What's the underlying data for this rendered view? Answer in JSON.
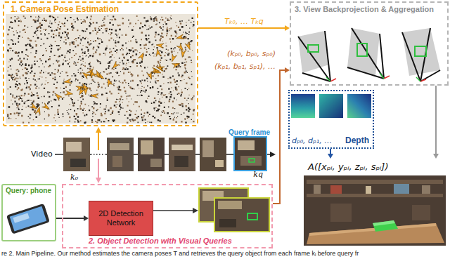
{
  "diagram": {
    "caption": "re 2. Main Pipeline. Our method estimates the camera poses T and retrieves the query object from each frame kᵢ before query fr",
    "nodes": [
      {
        "text": [
          "1. Camera Pose Estimation"
        ]
      },
      {
        "text": [
          "3. View Backprojection & Aggregation"
        ]
      },
      {
        "text": [
          "Depth"
        ]
      },
      {
        "text": [
          "Query frame",
          "kq"
        ]
      },
      {
        "text": [
          "Query: phone"
        ]
      },
      {
        "text": [
          "2. Object Detection with Visual Queries"
        ]
      },
      {
        "text": [
          "2D Detection Network"
        ],
        "in": 5
      },
      {
        "text": [
          "A([xₚᵢ, yₚᵢ, zₚᵢ, sₚᵢ])"
        ]
      }
    ],
    "edges": [
      {
        "from": 0,
        "to": 1,
        "arrow": "to",
        "label": "Tₖ₀, … Tₖq"
      },
      {
        "from": 5,
        "to": 1,
        "arrow": "to"
      },
      {
        "from": 4,
        "to": 6,
        "arrow": "to"
      },
      {
        "from": 1,
        "to": 7,
        "arrow": "to"
      },
      {
        "from": 2,
        "to": 7,
        "arrow": "to"
      }
    ],
    "labels": [
      "Video",
      "k₀",
      "(kₚ₀, bₚ₀, sₚ₀)",
      "(kₚ₁, bₚ₁, sₚ₁), …",
      "dₚ₀, dₚ₁, …"
    ]
  }
}
